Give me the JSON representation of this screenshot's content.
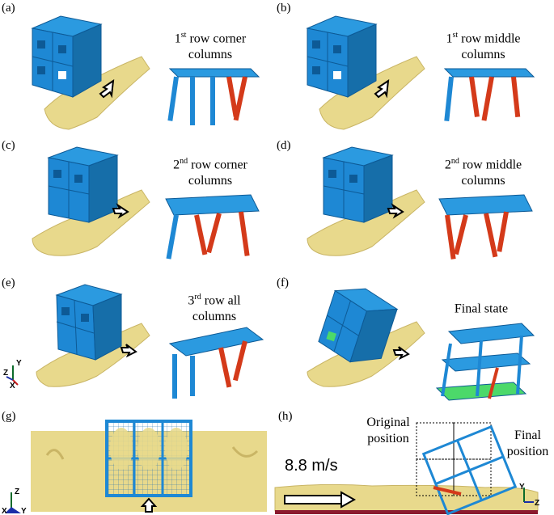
{
  "panels": [
    {
      "label": "(a)",
      "caption_ord": "1",
      "caption_sup": "st",
      "caption_rest": " row corner",
      "caption_line2": "columns"
    },
    {
      "label": "(b)",
      "caption_ord": "1",
      "caption_sup": "st",
      "caption_rest": " row middle",
      "caption_line2": "columns"
    },
    {
      "label": "(c)",
      "caption_ord": "2",
      "caption_sup": "nd",
      "caption_rest": " row corner",
      "caption_line2": "columns"
    },
    {
      "label": "(d)",
      "caption_ord": "2",
      "caption_sup": "nd",
      "caption_rest": " row middle",
      "caption_line2": "columns"
    },
    {
      "label": "(e)",
      "caption_ord": "3",
      "caption_sup": "rd",
      "caption_rest": " row all",
      "caption_line2": "columns"
    },
    {
      "label": "(f)",
      "caption_ord": "",
      "caption_sup": "",
      "caption_rest": "Final state",
      "caption_line2": ""
    },
    {
      "label": "(g)"
    },
    {
      "label": "(h)"
    }
  ],
  "panel_h": {
    "original_line1": "Original",
    "original_line2": "position",
    "final_line1": "Final",
    "final_line2": "position",
    "speed": "8.8 m/s"
  },
  "axes": {
    "triad_e": {
      "a": "Y",
      "b": "Z",
      "c": "X"
    },
    "triad_g": {
      "a": "Z",
      "b": "X",
      "c": "Y"
    },
    "triad_h": {
      "a": "Y",
      "b": "Z"
    }
  },
  "colors": {
    "structure": "#1e88d4",
    "structure_dark": "#0d5a96",
    "soil": "#e8d98c",
    "soil_dark": "#c9b565",
    "damage": "#d43a1a",
    "ground_bar": "#8b1a2e"
  }
}
